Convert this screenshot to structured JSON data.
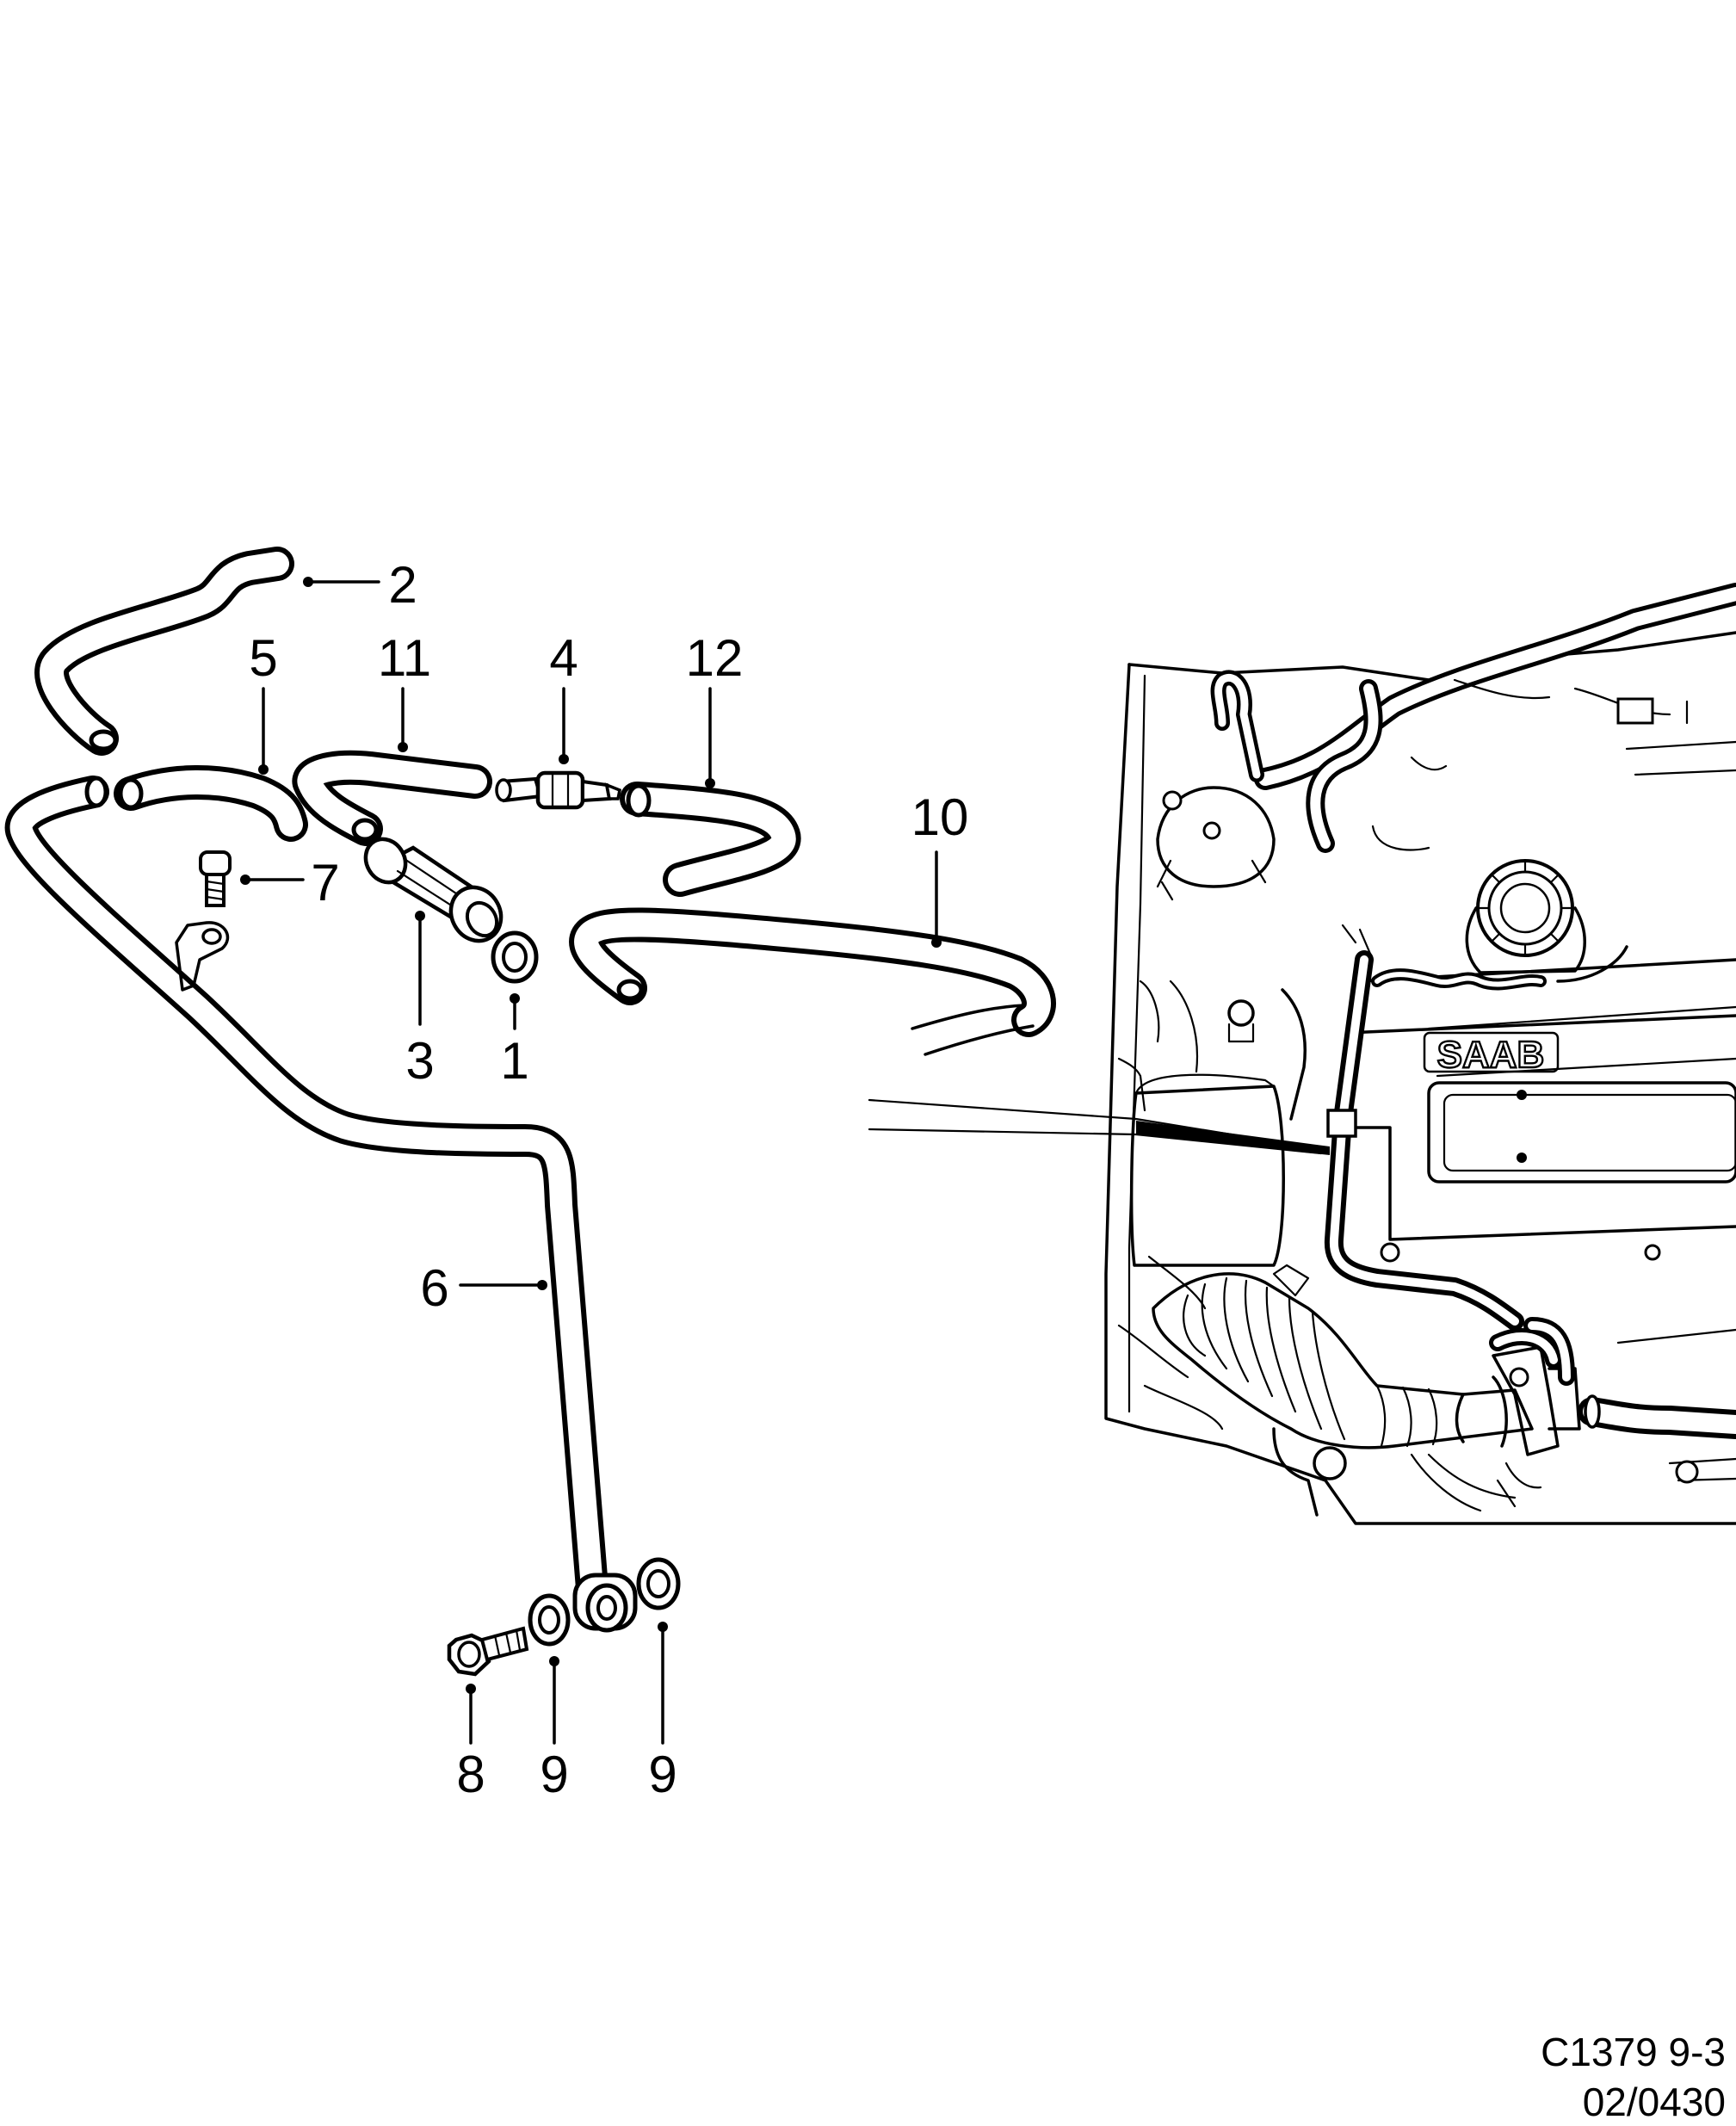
{
  "diagram": {
    "callouts": [
      {
        "id": "c1",
        "label": "1"
      },
      {
        "id": "c2",
        "label": "2"
      },
      {
        "id": "c3",
        "label": "3"
      },
      {
        "id": "c4",
        "label": "4"
      },
      {
        "id": "c5",
        "label": "5"
      },
      {
        "id": "c6",
        "label": "6"
      },
      {
        "id": "c7",
        "label": "7"
      },
      {
        "id": "c8",
        "label": "8"
      },
      {
        "id": "c9a",
        "label": "9"
      },
      {
        "id": "c9b",
        "label": "9"
      },
      {
        "id": "c10",
        "label": "10"
      },
      {
        "id": "c11",
        "label": "11"
      },
      {
        "id": "c12",
        "label": "12"
      }
    ],
    "logo_text": "SAAB",
    "footer": {
      "line1": "C1379 9-3",
      "line2": "02/0430"
    }
  }
}
